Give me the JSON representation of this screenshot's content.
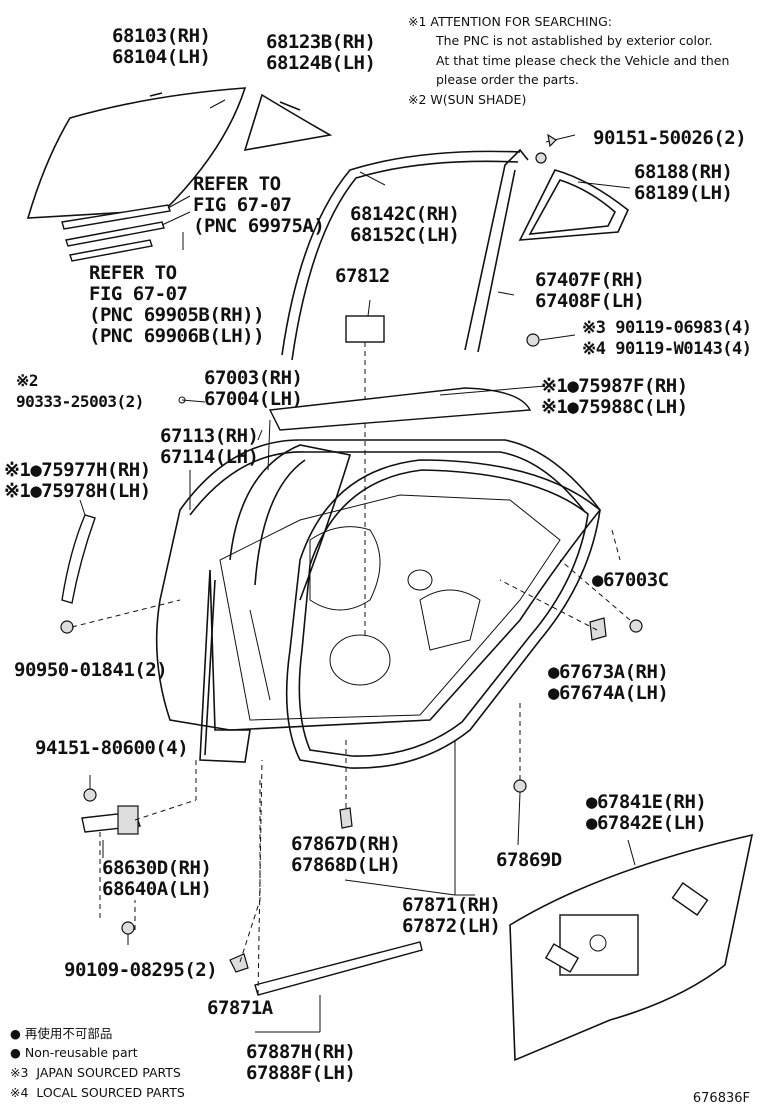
{
  "notes": {
    "line1": "※1 ATTENTION FOR SEARCHING:",
    "line2": "The PNC is not astablished by exterior color.",
    "line3": "At that time please check the Vehicle and then",
    "line4": "please order the parts.",
    "line5": "※2 W(SUN SHADE)"
  },
  "labels": {
    "p68103": "68103(RH)\n68104(LH)",
    "p68123": "68123B(RH)\n68124B(LH)",
    "p90151": "90151-50026(2)",
    "p68188": "68188(RH)\n68189(LH)",
    "refer1": "REFER TO\nFIG 67-07\n(PNC 69975A)",
    "p68142": "68142C(RH)\n68152C(LH)",
    "refer2": "REFER TO\nFIG 67-07\n(PNC 69905B(RH))\n(PNC 69906B(LH))",
    "p67812": "67812",
    "p67407": "67407F(RH)\n67408F(LH)",
    "p90119": "※3 90119-06983(4)\n※4 90119-W0143(4)",
    "p90333": "※2\n90333-25003(2)",
    "p67003": "67003(RH)\n67004(LH)",
    "p75987": "※1●75987F(RH)\n※1●75988C(LH)",
    "p67113": "67113(RH)\n67114(LH)",
    "p75977": "※1●75977H(RH)\n※1●75978H(LH)",
    "p67003c": "●67003C",
    "p90950": "90950-01841(2)",
    "p67673": "●67673A(RH)\n●67674A(LH)",
    "p94151": "94151-80600(4)",
    "p67841": "●67841E(RH)\n●67842E(LH)",
    "p67867": "67867D(RH)\n67868D(LH)",
    "p67869": "67869D",
    "p68630": "68630D(RH)\n68640A(LH)",
    "p67871": "67871(RH)\n67872(LH)",
    "p90109": "90109-08295(2)",
    "p67871a": "67871A",
    "p67887": "67887H(RH)\n67888F(LH)"
  },
  "legend": {
    "l1": "● 再使用不可部品",
    "l2": "● Non-reusable part",
    "l3": "※3  JAPAN SOURCED PARTS",
    "l4": "※4  LOCAL SOURCED PARTS"
  },
  "figure_id": "676836F"
}
